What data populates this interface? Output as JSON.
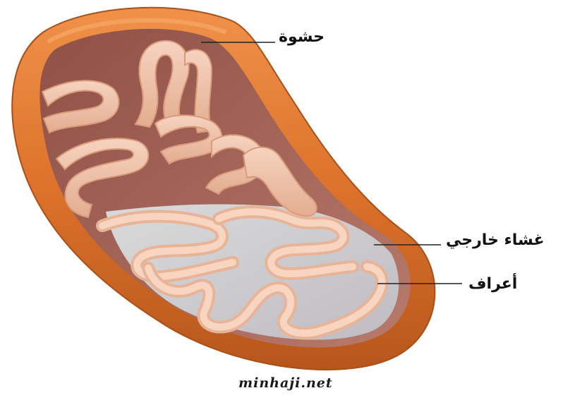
{
  "labels": {
    "matrix": "حشوة",
    "outer_membrane": "غشاء خارجي",
    "cristae": "أعراف"
  },
  "watermark": "minhaji.net",
  "colors": {
    "outer_membrane": "#d9702a",
    "outer_membrane_shadow": "#b2541b",
    "outer_membrane_highlight": "#f29a55",
    "inner_wall": "#a5675a",
    "cristae_fill": "#f2c7ae",
    "cristae_rim": "#e8b497",
    "matrix_floor": "#cfcdd0",
    "leader_line": "#222222"
  }
}
